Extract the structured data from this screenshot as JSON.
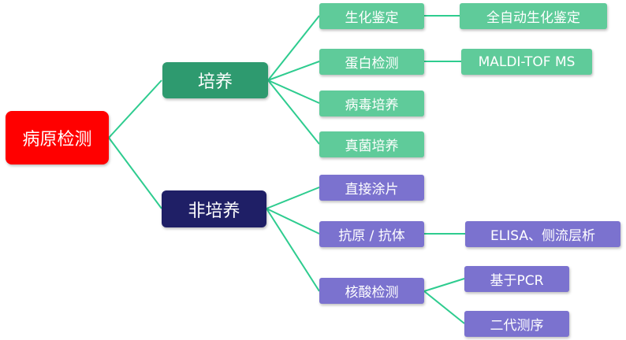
{
  "colors": {
    "root": "#ff0000",
    "culture": "#2e9a6f",
    "non_culture": "#1f1f66",
    "culture_leaf": "#5fcb9a",
    "non_culture_leaf": "#7b72cf",
    "connector": "#2ecc8f"
  },
  "root": {
    "label": "病原检测"
  },
  "culture": {
    "label": "培养",
    "children": [
      {
        "label": "生化鉴定",
        "detail": "全自动生化鉴定"
      },
      {
        "label": "蛋白检测",
        "detail": "MALDI-TOF MS"
      },
      {
        "label": "病毒培养"
      },
      {
        "label": "真菌培养"
      }
    ]
  },
  "non_culture": {
    "label": "非培养",
    "children": [
      {
        "label": "直接涂片"
      },
      {
        "label": "抗原 / 抗体",
        "detail": "ELISA、侧流层析"
      },
      {
        "label": "核酸检测",
        "details": [
          "基于PCR",
          "二代测序"
        ]
      }
    ]
  }
}
